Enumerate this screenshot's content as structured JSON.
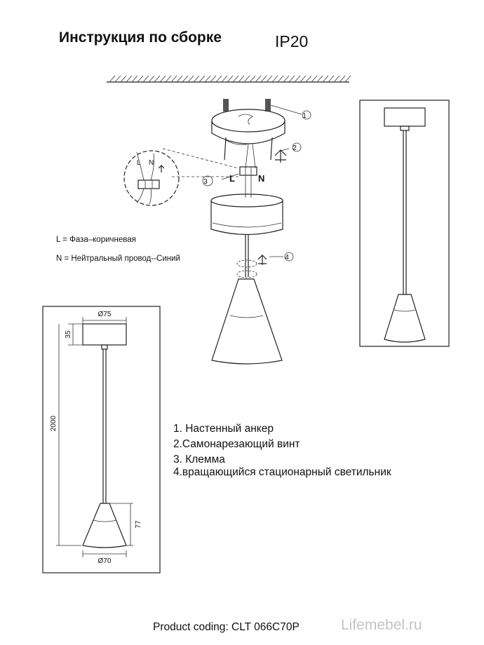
{
  "header": {
    "title": "Инструкция по сборке",
    "ip_rating": "IP20"
  },
  "legend": {
    "phase": "L = Фаза–коричневая",
    "neutral": "N = Нейтральный провод--Синий"
  },
  "callouts": {
    "c1": "1",
    "c2": "2",
    "c3": "3",
    "c4": "4"
  },
  "terminal_labels": {
    "l": "L",
    "n": "N"
  },
  "inset_labels": {
    "l": "L",
    "n": "N"
  },
  "dimensions": {
    "canopy_diameter": "Ø75",
    "canopy_height": "35",
    "total_length": "2000",
    "shade_height": "77",
    "shade_diameter": "Ø70"
  },
  "parts": [
    {
      "label": "1. Настенный анкер"
    },
    {
      "label": "2.Самонарезающий винт"
    },
    {
      "label": "3. Клемма"
    },
    {
      "label": "4.вращающийся стационарный светильник"
    }
  ],
  "footer": {
    "product_coding": "Product coding: CLT 066C70P",
    "watermark": "Lifemebel.ru"
  }
}
